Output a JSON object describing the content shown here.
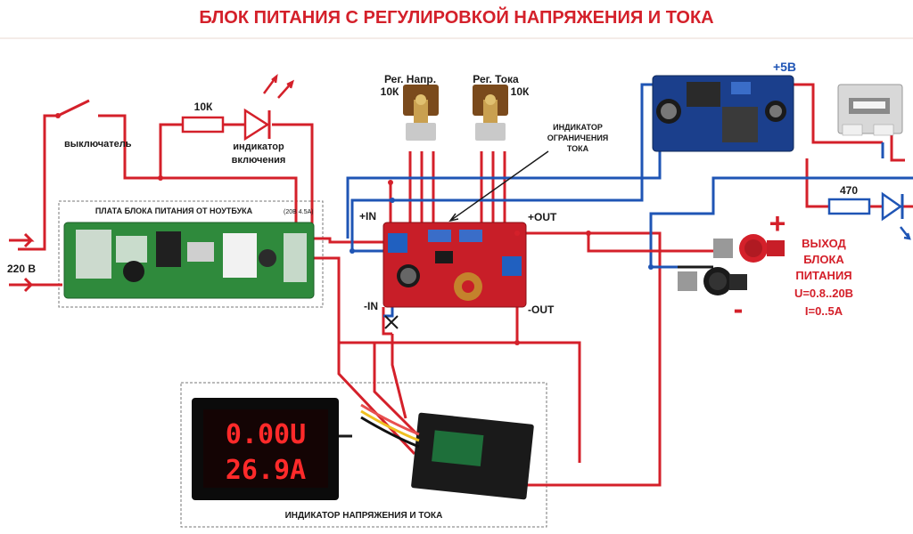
{
  "title": "БЛОК ПИТАНИЯ С РЕГУЛИРОВКОЙ НАПРЯЖЕНИЯ И ТОКА",
  "labels": {
    "switch": "выключатель",
    "mains": "220 В",
    "resistor_10k": "10К",
    "power_led_line1": "индикатор",
    "power_led_line2": "включения",
    "pot_voltage_line1": "Рег. Напр.",
    "pot_voltage_line2": "10К",
    "pot_current_line1": "Рег. Тока",
    "pot_current_line2": "10К",
    "current_limit_line1": "ИНДИКАТОР",
    "current_limit_line2": "ОГРАНИЧЕНИЯ",
    "current_limit_line3": "ТОКА",
    "laptop_board": "ПЛАТА БЛОКА ПИТАНИЯ ОТ НОУТБУКА",
    "laptop_board_spec": "(20В 4.5А)",
    "plus_in": "+IN",
    "minus_in": "-IN",
    "plus_out": "+OUT",
    "minus_out": "-OUT",
    "plus_5v": "+5В",
    "resistor_470": "470",
    "plus_sign": "+",
    "minus_sign": "-",
    "output_line1": "ВЫХОД",
    "output_line2": "БЛОКА",
    "output_line3": "ПИТАНИЯ",
    "output_line4": "U=0.8..20В",
    "output_line5": "I=0..5A",
    "meter_caption": "ИНДИКАТОР НАПРЯЖЕНИЯ И ТОКА"
  },
  "meter": {
    "voltage": "0.00U",
    "current": "26.9A"
  },
  "colors": {
    "wire_red": "#d4202a",
    "wire_blue": "#1f55b5",
    "wire_black": "#1a1a1a",
    "module_board": "#1b3f8c",
    "pcb_green": "#2f8a3c",
    "display_digits": "#ff2a2a"
  }
}
